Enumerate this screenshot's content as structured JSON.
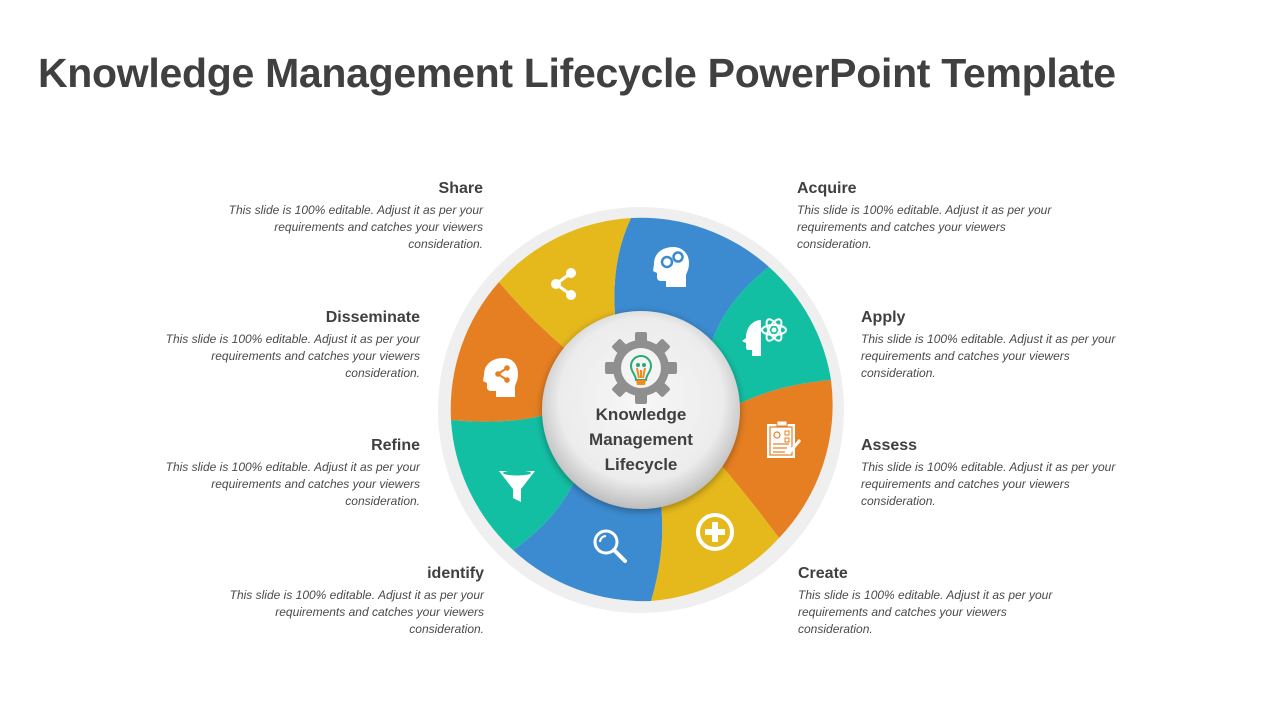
{
  "title": "Knowledge Management Lifecycle PowerPoint Template",
  "center": {
    "line1": "Knowledge",
    "line2": "Management",
    "line3": "Lifecycle"
  },
  "colors": {
    "yellow": "#E5B91C",
    "blue": "#3C8BD0",
    "teal": "#13BFA3",
    "orange": "#E67F22",
    "ring": "#EFEFEF",
    "text": "#404040"
  },
  "stages": [
    {
      "name": "Share",
      "desc": "This slide is 100% editable. Adjust it as per your requirements and catches your viewers consideration.",
      "icon": "share-icon"
    },
    {
      "name": "Acquire",
      "desc": "This slide is 100% editable. Adjust it as per your requirements and catches your viewers consideration.",
      "icon": "head-gears-icon"
    },
    {
      "name": "Disseminate",
      "desc": "This slide is 100% editable. Adjust it as per your requirements and catches your viewers consideration.",
      "icon": "head-share-icon"
    },
    {
      "name": "Apply",
      "desc": "This slide is 100% editable. Adjust it as per your requirements and catches your viewers consideration.",
      "icon": "head-atom-icon"
    },
    {
      "name": "Refine",
      "desc": "This slide is 100% editable. Adjust it as per your requirements and catches your viewers consideration.",
      "icon": "funnel-icon"
    },
    {
      "name": "Assess",
      "desc": "This slide is 100% editable. Adjust it as per your requirements and catches your viewers consideration.",
      "icon": "clipboard-icon"
    },
    {
      "name": "identify",
      "desc": "This slide is 100% editable. Adjust it as per your requirements and catches your viewers consideration.",
      "icon": "magnifier-icon"
    },
    {
      "name": "Create",
      "desc": "This slide is 100% editable. Adjust it as per your requirements and catches your viewers consideration.",
      "icon": "plus-circle-icon"
    }
  ]
}
